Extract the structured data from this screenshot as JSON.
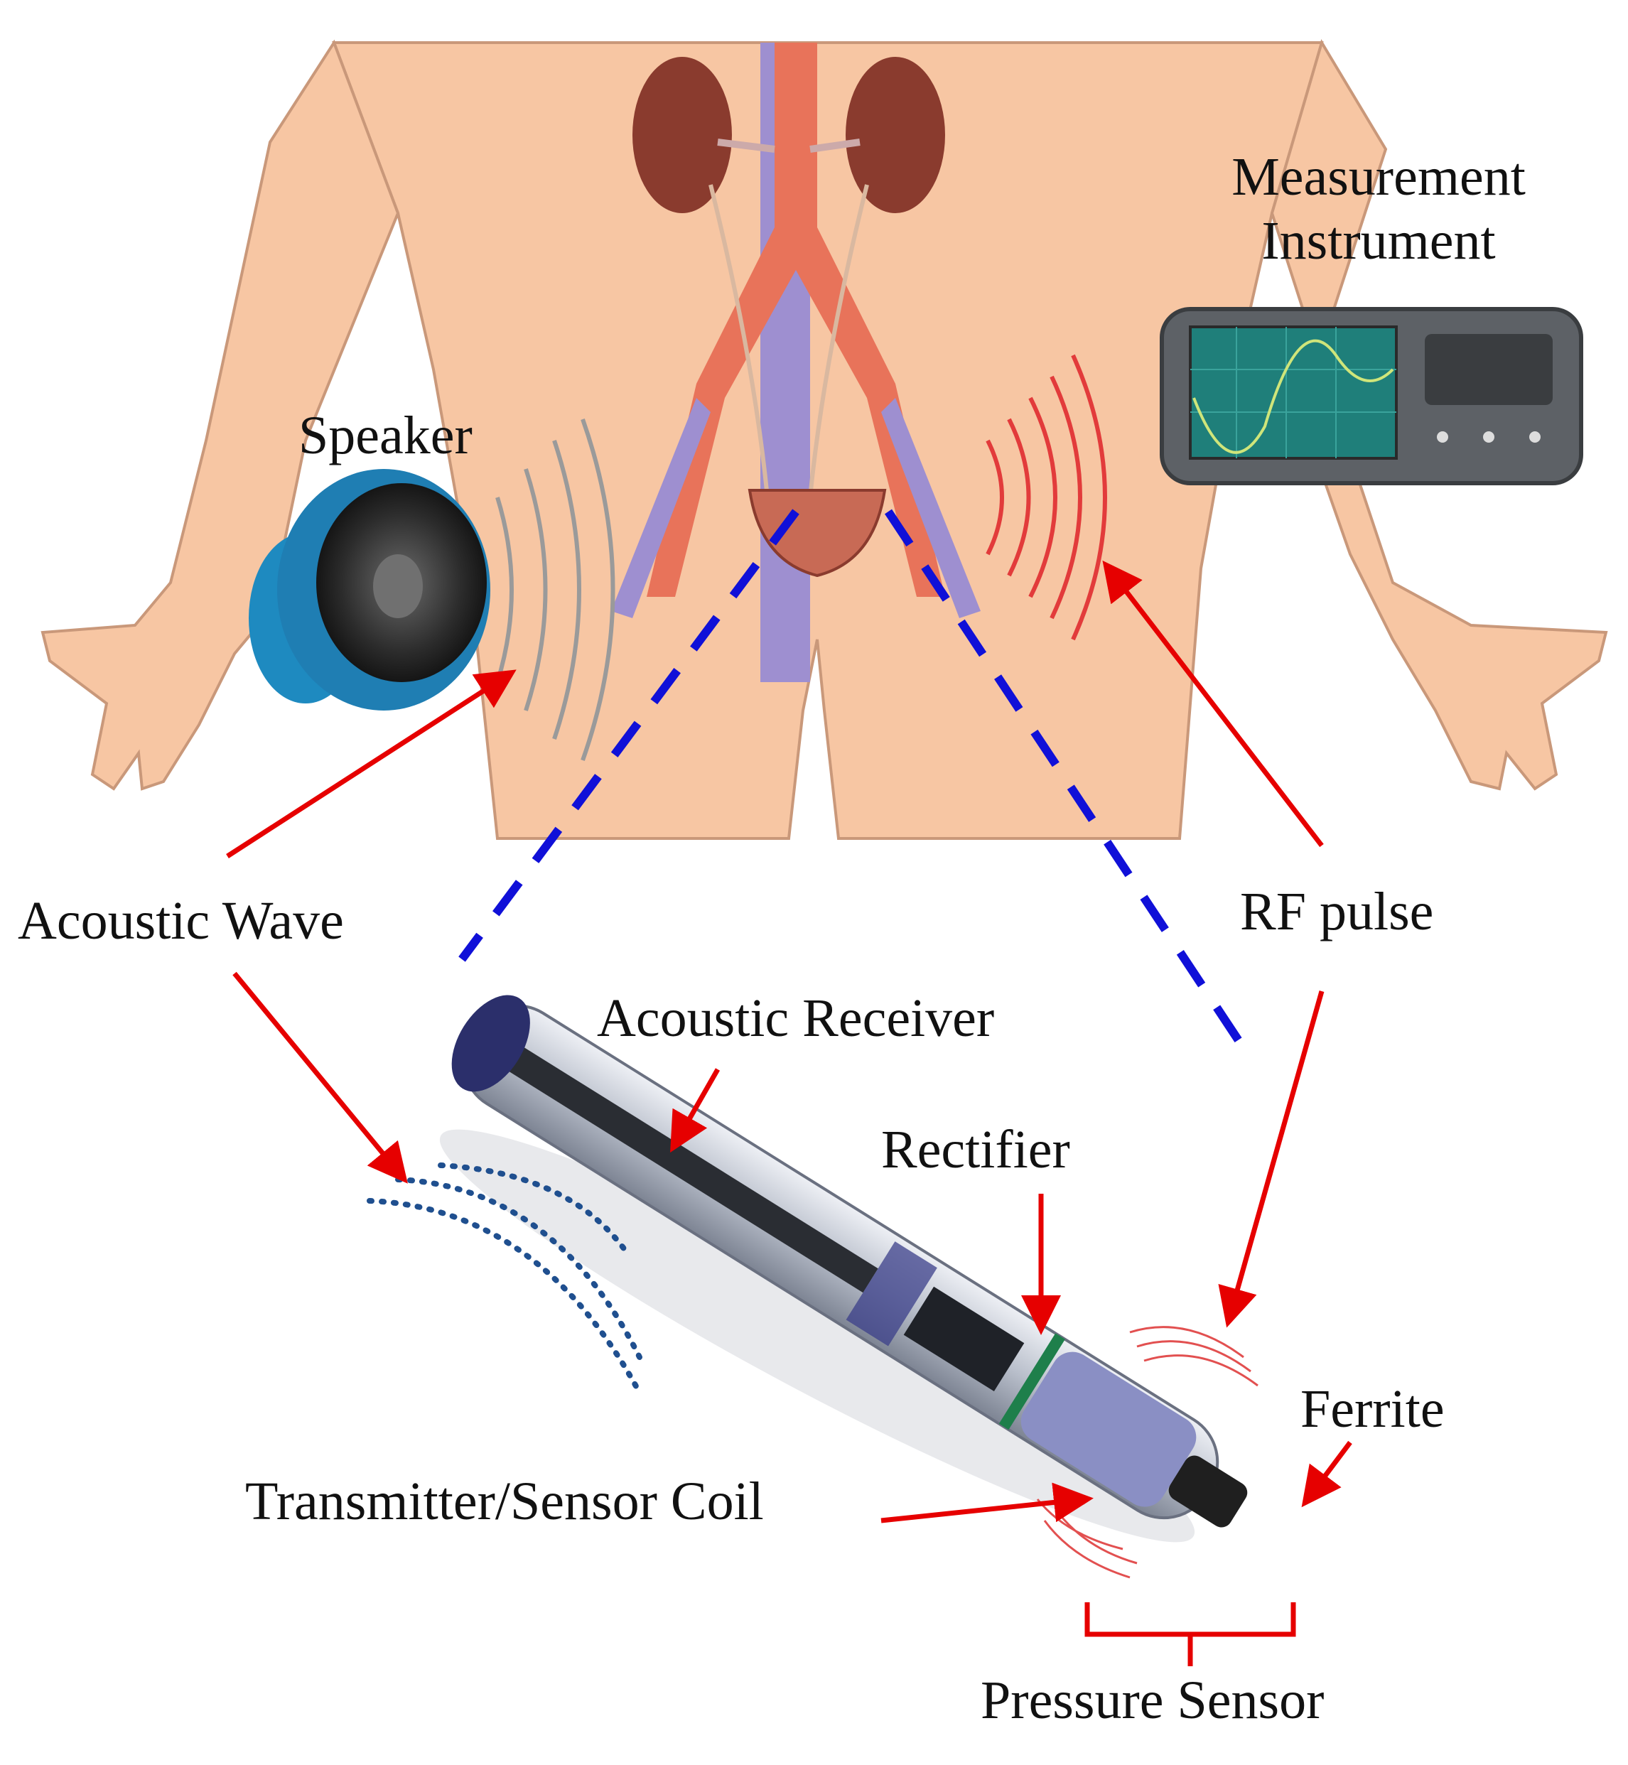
{
  "labels": {
    "measurement_line1": "Measurement",
    "measurement_line2": "Instrument",
    "speaker": "Speaker",
    "acoustic_wave": "Acoustic Wave",
    "rf_pulse": "RF pulse",
    "acoustic_receiver": "Acoustic Receiver",
    "rectifier": "Rectifier",
    "ferrite": "Ferrite",
    "transmitter_coil": "Transmitter/Sensor Coil",
    "pressure_sensor": "Pressure Sensor"
  },
  "colors": {
    "skin": "#f7c6a3",
    "skin_outline": "#c9987a",
    "arrow": "#e60000",
    "dashed_line": "#1010d8",
    "kidney": "#8a3b2e",
    "artery": "#e8735a",
    "vein": "#9e8fd0",
    "instrument_body": "#5d6166",
    "instrument_screen": "#1f7f7a",
    "speaker_blue": "#1e8ac0",
    "speaker_cone": "#3a3a3a",
    "device_tube": "#c9cdd6",
    "device_dark": "#2a2d33"
  },
  "icons": {
    "speaker": "speaker-icon",
    "instrument": "oscilloscope-icon",
    "device": "implant-device-icon"
  }
}
